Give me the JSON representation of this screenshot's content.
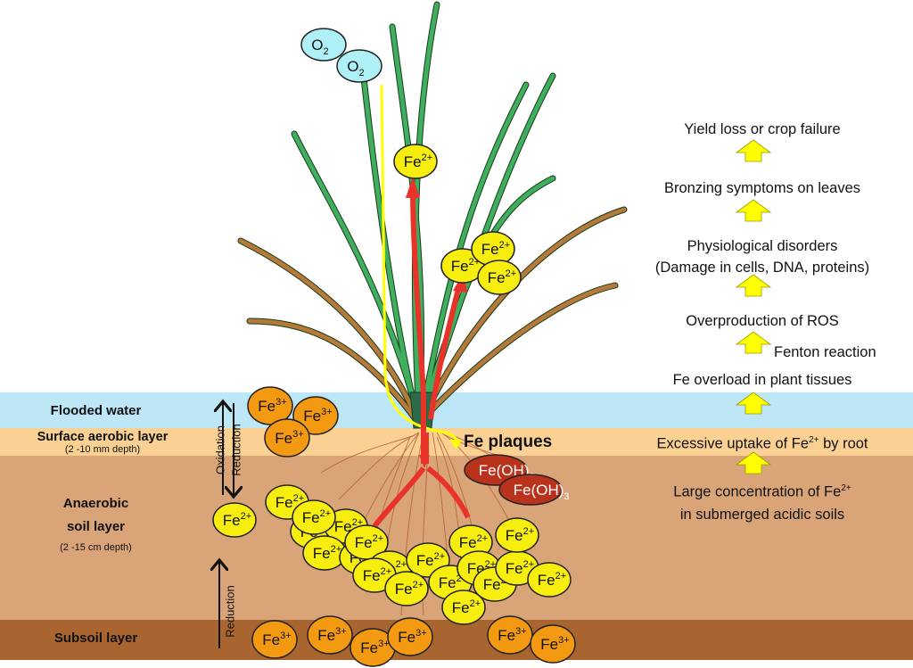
{
  "layers": {
    "flooded_water": "Flooded water",
    "surface_aerobic": "Surface aerobic layer",
    "surface_aerobic_depth": "(2 -10 mm depth)",
    "anaerobic_1": "Anaerobic",
    "anaerobic_2": "soil layer",
    "anaerobic_depth": "(2 -15 cm depth)",
    "subsoil": "Subsoil layer"
  },
  "processes": {
    "oxidation": "Oxidation",
    "reduction_top": "Reduction",
    "reduction_bottom": "Reduction"
  },
  "molecules": {
    "o2": "O",
    "o2_sub": "2",
    "fe2": "Fe",
    "fe2_sup": "2+",
    "fe3": "Fe",
    "fe3_sup": "3+",
    "feoh3": "Fe(OH)",
    "feoh3_sub": "3"
  },
  "plaques_label": "Fe plaques",
  "flow_steps": [
    {
      "text": "Yield loss or crop failure"
    },
    {
      "text": "Bronzing symptoms on leaves"
    },
    {
      "text": "Physiological disorders"
    },
    {
      "text": "(Damage in cells, DNA, proteins)"
    },
    {
      "text": "Overproduction  of ROS"
    },
    {
      "text": "Fenton reaction"
    },
    {
      "text": "Fe overload in plant tissues"
    },
    {
      "text_pre": "Excessive uptake of Fe",
      "sup": "2+",
      "text_post": " by root"
    },
    {
      "text_pre": "Large concentration of Fe",
      "sup": "2+",
      "text_post": ""
    },
    {
      "text": "in submerged acidic soils"
    }
  ],
  "colors": {
    "water": "#bde6f7",
    "aerobic": "#fbd193",
    "anaerobic": "#d9a578",
    "subsoil": "#a8652f",
    "fe2": "#f7ee10",
    "fe3": "#f39a12",
    "feoh3": "#b8321c",
    "o2": "#aef0f5",
    "arrow_yellow": "#ffff00",
    "arrow_red": "#e8322a"
  }
}
